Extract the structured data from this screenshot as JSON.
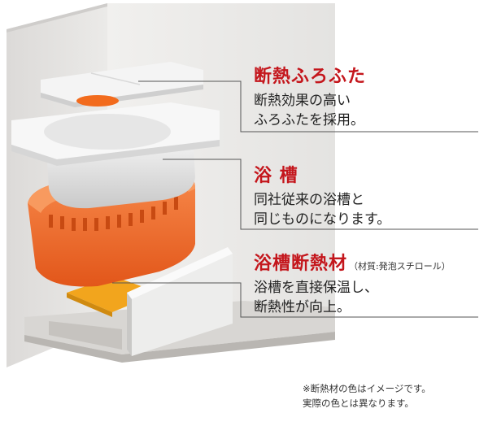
{
  "callouts": [
    {
      "title": "断熱ふろふた",
      "subtitle": "",
      "lines": [
        "断熱効果の高い",
        "ふろふたを採用。"
      ]
    },
    {
      "title": "浴 槽",
      "subtitle": "",
      "lines": [
        "同社従来の浴槽と",
        "同じものになります。"
      ]
    },
    {
      "title": "浴槽断熱材",
      "subtitle": "（材質:発泡スチロール）",
      "lines": [
        "浴槽を直接保温し、",
        "断熱性が向上。"
      ]
    }
  ],
  "note": {
    "lines": [
      "※断熱材の色はイメージです。",
      "実際の色とは異なります。"
    ]
  },
  "colors": {
    "accent_red": "#c4161c",
    "insulation_orange": "#f26b1d",
    "wall": "#e9e8e6"
  }
}
